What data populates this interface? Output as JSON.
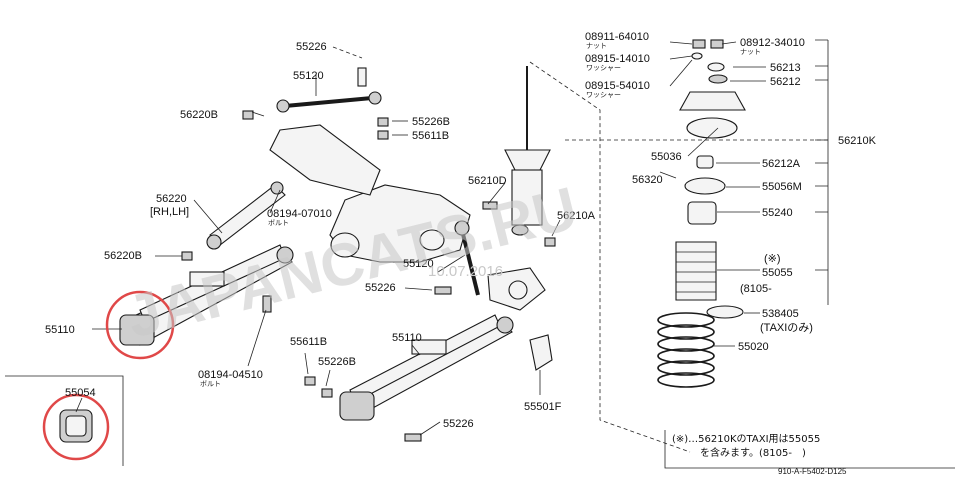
{
  "labels": {
    "l08911": "08911‐64010",
    "l08912": "08912‐34010",
    "l08915a": "08915‐14010",
    "l08915b": "08915‐54010",
    "l56213": "56213",
    "l56212": "56212",
    "l56210K": "56210K",
    "l55036": "55036",
    "l56212A": "56212A",
    "l56320": "56320",
    "l55056M": "55056M",
    "l55240": "55240",
    "l55055": "55055",
    "l55055note": "(※)",
    "l55055range": "(8105‐",
    "l538": "538405",
    "l538sub": "(TAXIのみ)",
    "l55020": "55020",
    "l55226top": "55226",
    "l55120top": "55120",
    "l56220B_top": "56220B",
    "l55226B_top": "55226B",
    "l55611B_top": "55611B",
    "l56220": "56220",
    "l56220sub": "[RH,LH]",
    "l08194a": "08194‐07010",
    "l56220B_mid": "56220B",
    "l55110a": "55110",
    "l08194b": "08194‐04510",
    "l55226mid": "55226",
    "l55120mid": "55120",
    "l56210D": "56210D",
    "l56210A": "56210A",
    "l55611B_bot": "55611B",
    "l55226B_bot": "55226B",
    "l55110b": "55110",
    "l55226bot": "55226",
    "l55501F": "55501F",
    "l55054": "55054"
  },
  "japanese": {
    "nut1": "ナット",
    "nut2": "ナット",
    "washer1": "ワッシャー",
    "washer2": "ワッシャー",
    "bolt1": "ボルト",
    "bolt2": "ボルト"
  },
  "note": {
    "line1": "(※)…56210KのTAXI用は55055",
    "line2": "を含みます。(8105‐　)"
  },
  "footer_code": "910‐A‐F5402‐D125",
  "watermark": {
    "text": "JAPANCATS.RU",
    "date": "10.07.2016"
  },
  "colors": {
    "highlight": "#e04848",
    "watermark": "#c8c8c8"
  }
}
